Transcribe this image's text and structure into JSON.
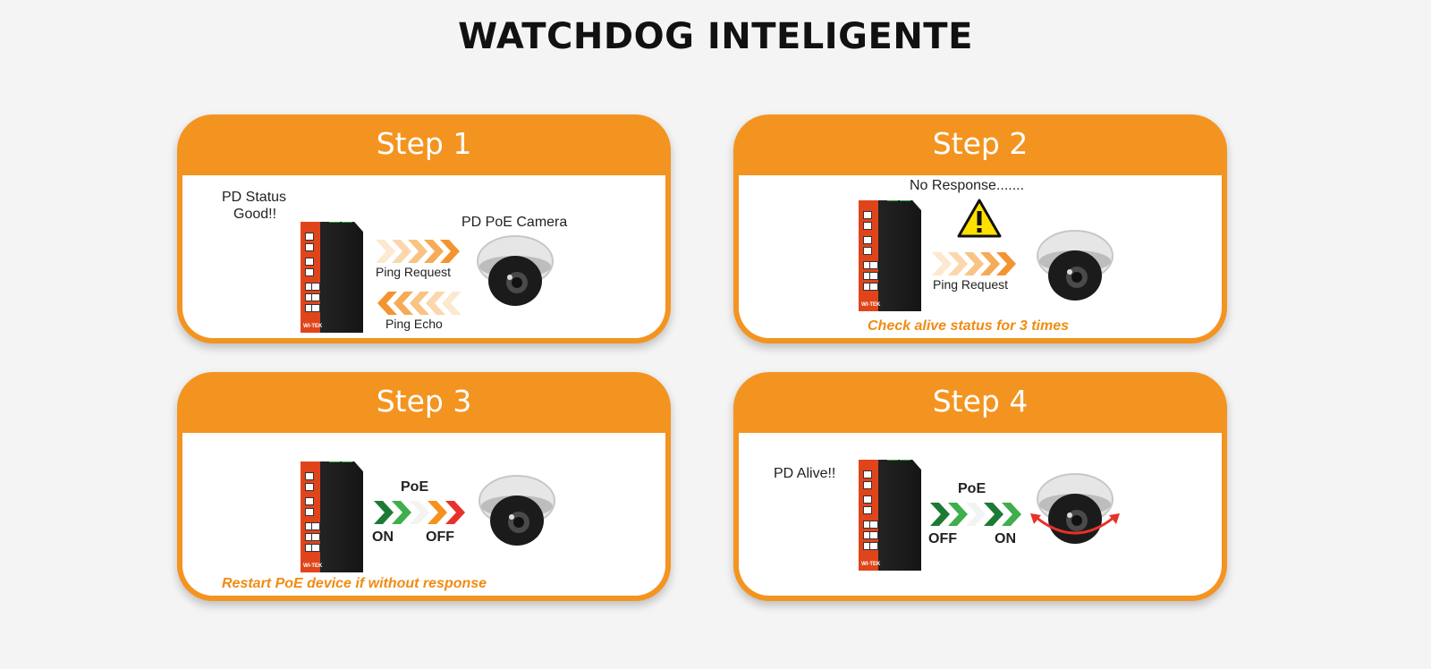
{
  "page": {
    "title": "WATCHDOG INTELIGENTE"
  },
  "colors": {
    "accent": "#f49420",
    "note": "#f18b12",
    "on_green": "#1d8a3a",
    "off_red": "#e8312a"
  },
  "steps": [
    {
      "label": "Step 1",
      "status": [
        "PD Status",
        "Good!!"
      ],
      "camera_label": "PD PoE Camera",
      "ping_request": "Ping Request",
      "ping_echo": "Ping Echo"
    },
    {
      "label": "Step 2",
      "status": "No Response.......",
      "ping_request": "Ping Request",
      "note": "Check alive status for 3 times",
      "icon": "warning-icon"
    },
    {
      "label": "Step 3",
      "poe_label": "PoE",
      "from_state": "ON",
      "to_state": "OFF",
      "note": "Restart PoE device if without response"
    },
    {
      "label": "Step 4",
      "status": "PD Alive!!",
      "poe_label": "PoE",
      "from_state": "OFF",
      "to_state": "ON",
      "icon": "rotate-arrow-icon"
    }
  ],
  "icons": {
    "switch": "poe-switch-icon",
    "camera": "dome-camera-icon",
    "brand_text": "WI-TEK"
  }
}
